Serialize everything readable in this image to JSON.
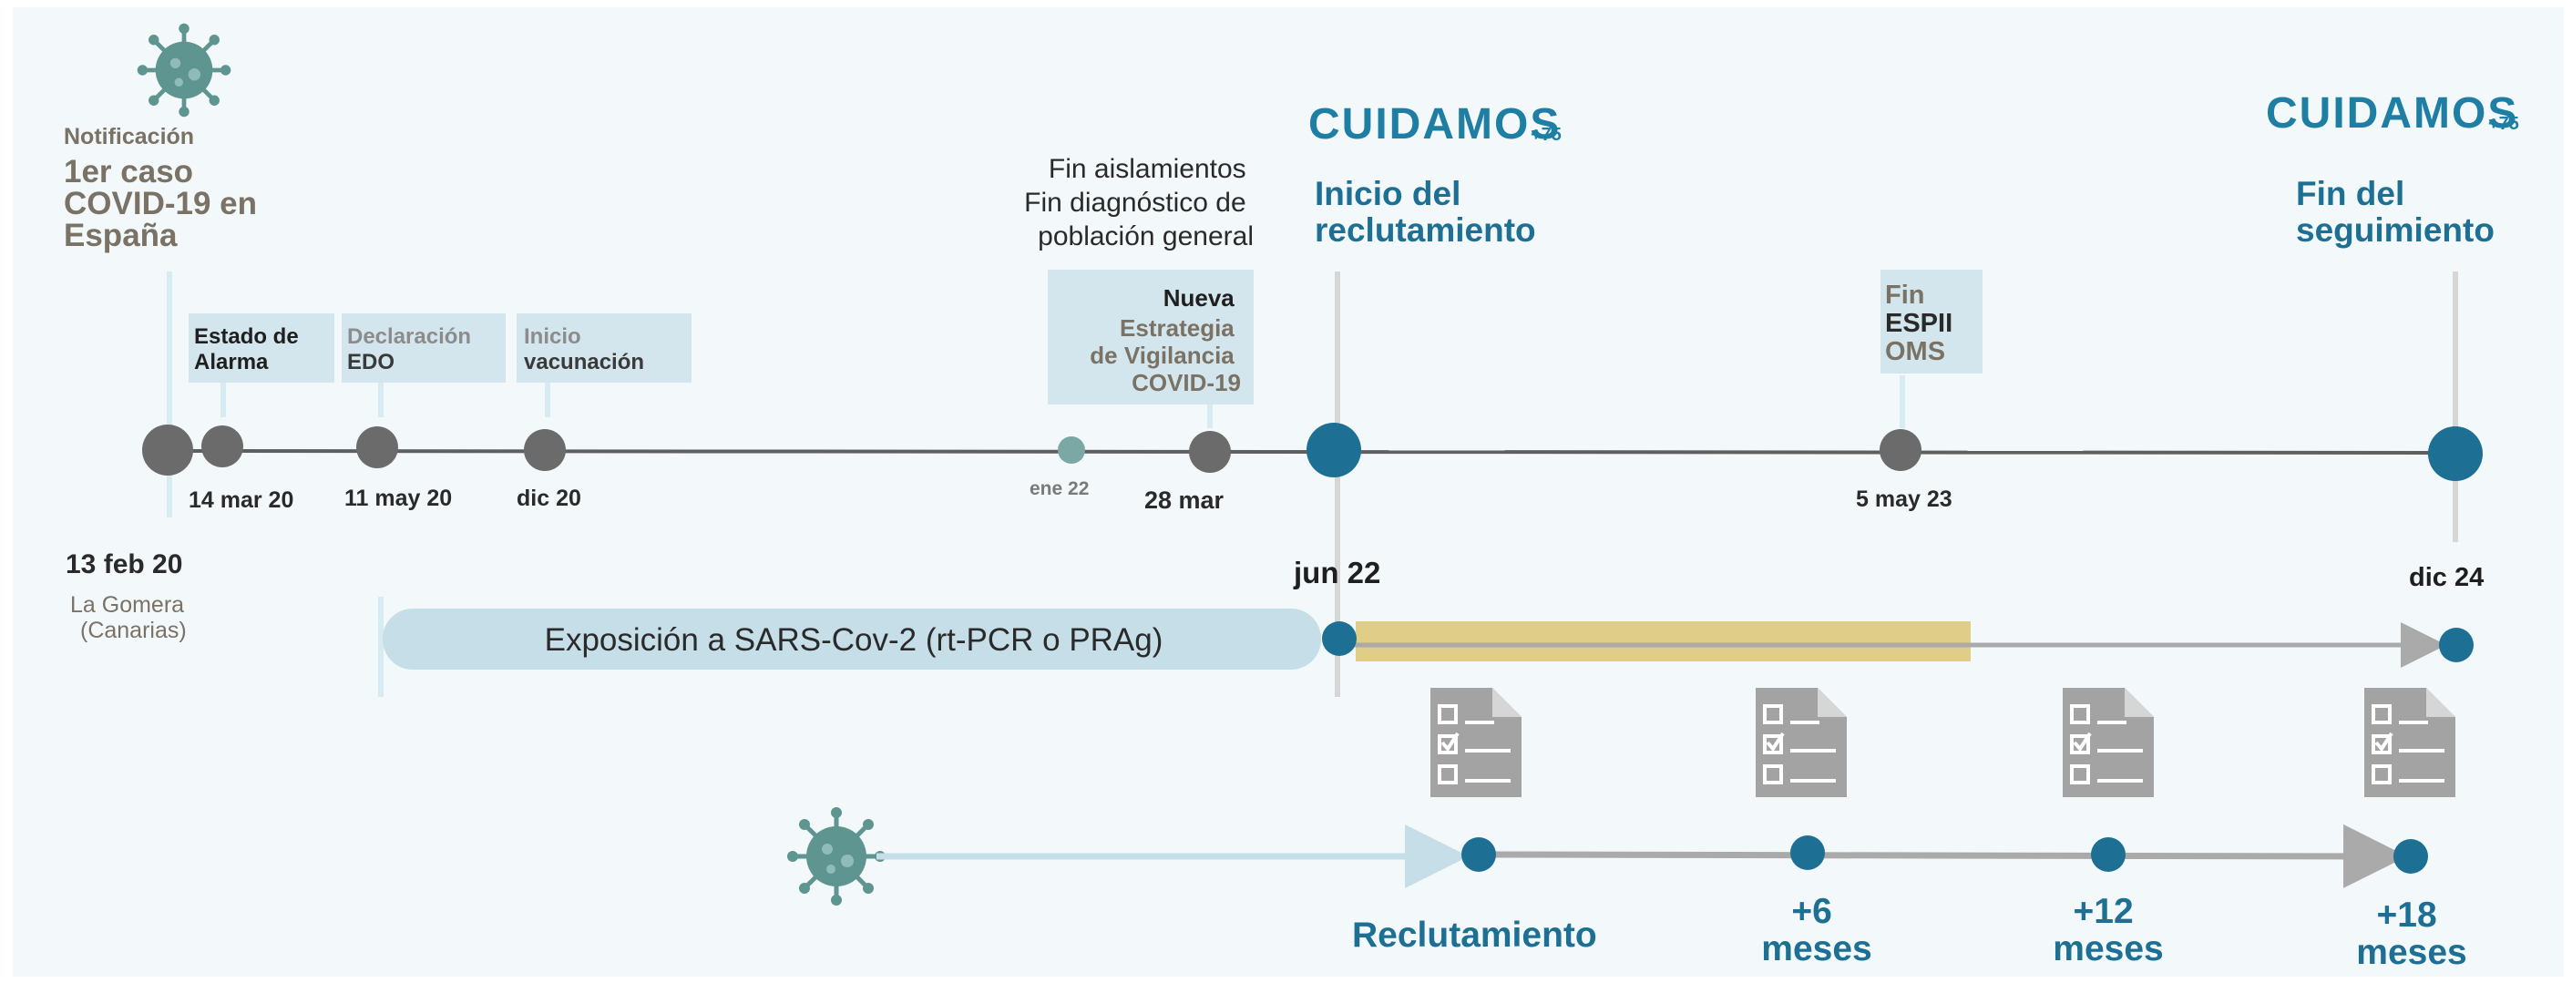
{
  "colors": {
    "background": "#f3f8fb",
    "axis_gray": "#5f5f5f",
    "node_gray": "#6b6b6b",
    "accent_blue": "#1d6f93",
    "light_blue_box": "#d3e6ee",
    "light_blue_line": "#d7ebf2",
    "exposure_bar": "#c5dee8",
    "followup_yellow": "#e0cd87",
    "arrow_gray": "#aaaaaa",
    "brand_text": "#1e7ea4",
    "muted_brown": "#7a7265",
    "doc_gray": "#9a9a9a"
  },
  "icons": {
    "virus_top": "virus-icon",
    "virus_bottom": "virus-icon",
    "document": "checklist-document-icon",
    "brand_logo": "cuidamos-logo"
  },
  "events": {
    "notification": {
      "label": "Notificación",
      "title_lines": [
        "1er caso",
        "COVID-19 en",
        "España"
      ],
      "date": "13 feb 20",
      "place_lines": [
        "La Gomera",
        "(Canarias)"
      ]
    },
    "estado_alarma": {
      "lines": [
        "Estado de",
        "Alarma"
      ],
      "date": "14 mar 20"
    },
    "declaracion_edo": {
      "lines": [
        "Declaración",
        "EDO"
      ],
      "date": "11 may 20"
    },
    "inicio_vacunacion": {
      "lines": [
        "Inicio",
        "vacunación"
      ],
      "date": "dic 20"
    },
    "fin_aislamientos": {
      "lines": [
        "Fin aislamientos",
        "Fin diagnóstico de",
        "población general"
      ],
      "date": "ene 22"
    },
    "nueva_estrategia": {
      "lines": [
        "Nueva",
        "Estrategia",
        "de Vigilancia",
        "COVID-19"
      ],
      "date": "28 mar"
    },
    "inicio_reclutamiento": {
      "brand": "CUIDAMOS",
      "brand_suffix": "+75",
      "lines": [
        "Inicio del",
        "reclutamiento"
      ],
      "date": "jun 22"
    },
    "fin_espii": {
      "lines": [
        "Fin",
        "ESPII",
        "OMS"
      ],
      "date": "5 may 23"
    },
    "fin_seguimiento": {
      "brand": "CUIDAMOS",
      "brand_suffix": "+75",
      "lines": [
        "Fin del",
        "seguimiento"
      ],
      "date": "dic 24"
    }
  },
  "exposure_bar": {
    "label": "Exposición a SARS-Cov-2 (rt-PCR o PRAg)"
  },
  "followup_timeline": {
    "points": [
      {
        "lines": [
          "Reclutamiento"
        ]
      },
      {
        "lines": [
          "+6",
          "meses"
        ]
      },
      {
        "lines": [
          "+12",
          "meses"
        ]
      },
      {
        "lines": [
          "+18",
          "meses"
        ]
      }
    ]
  }
}
